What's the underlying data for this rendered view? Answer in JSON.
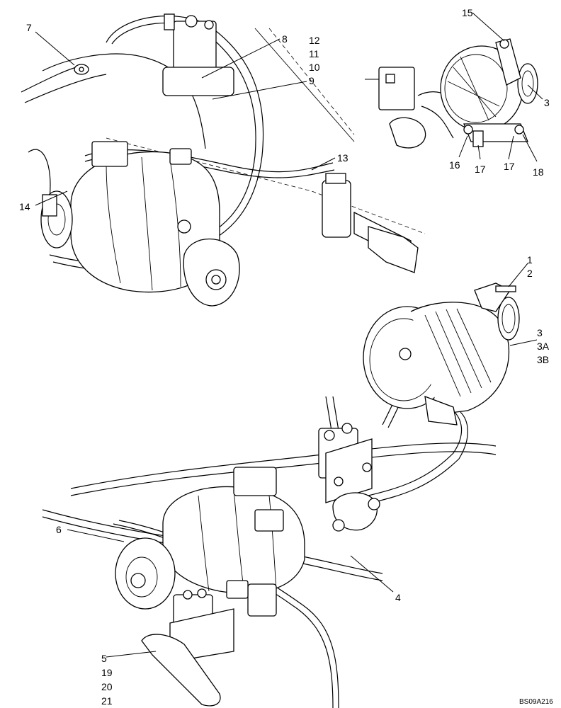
{
  "callouts": {
    "c1": "1",
    "c2": "2",
    "c3a": "3",
    "c3b": "3",
    "c3A": "3A",
    "c3B": "3B",
    "c4": "4",
    "c5": "5",
    "c6": "6",
    "c7": "7",
    "c8": "8",
    "c9": "9",
    "c10": "10",
    "c11": "11",
    "c12": "12",
    "c13": "13",
    "c14": "14",
    "c15": "15",
    "c16": "16",
    "c17a": "17",
    "c17b": "17",
    "c18": "18",
    "c19": "19",
    "c20": "20",
    "c21": "21"
  },
  "drawing_code": "BS09A216"
}
